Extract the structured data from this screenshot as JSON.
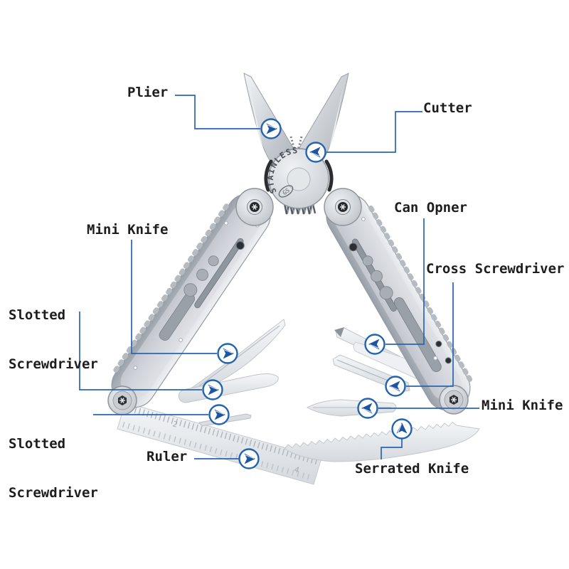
{
  "image": {
    "subject": "stainless steel multi-tool pliers shown open with fold-out tools",
    "background_color": "#ffffff",
    "accent_blue": "#2766b2",
    "marker_arrow_color": "#1d55a3",
    "text_color": "#1d1d1d",
    "engravings": {
      "pivot_arc": "STAINLESS",
      "pivot_oval": "GS"
    },
    "ruler_markings": [
      "2",
      "4"
    ]
  },
  "annotations": [
    {
      "id": "plier",
      "lines": [
        "Plier"
      ],
      "arrow": "right"
    },
    {
      "id": "cutter",
      "lines": [
        "Cutter"
      ],
      "arrow": "left"
    },
    {
      "id": "can-opner",
      "lines": [
        "Can Opner"
      ],
      "arrow": "left"
    },
    {
      "id": "mini-knife-left",
      "lines": [
        "Mini Knife"
      ],
      "arrow": "right"
    },
    {
      "id": "cross-screwdriver",
      "lines": [
        "Cross Screwdriver"
      ],
      "arrow": "left"
    },
    {
      "id": "slotted-screwdriver-upper",
      "lines": [
        "Slotted",
        "Screwdriver"
      ],
      "arrow": "right"
    },
    {
      "id": "slotted-screwdriver-lower",
      "lines": [
        "Slotted",
        "Screwdriver"
      ],
      "arrow": "right"
    },
    {
      "id": "mini-knife-right",
      "lines": [
        "Mini Knife"
      ],
      "arrow": "left"
    },
    {
      "id": "ruler",
      "lines": [
        "Ruler"
      ],
      "arrow": "right"
    },
    {
      "id": "serrated-knife",
      "lines": [
        "Serrated Knife"
      ],
      "arrow": "up"
    }
  ]
}
